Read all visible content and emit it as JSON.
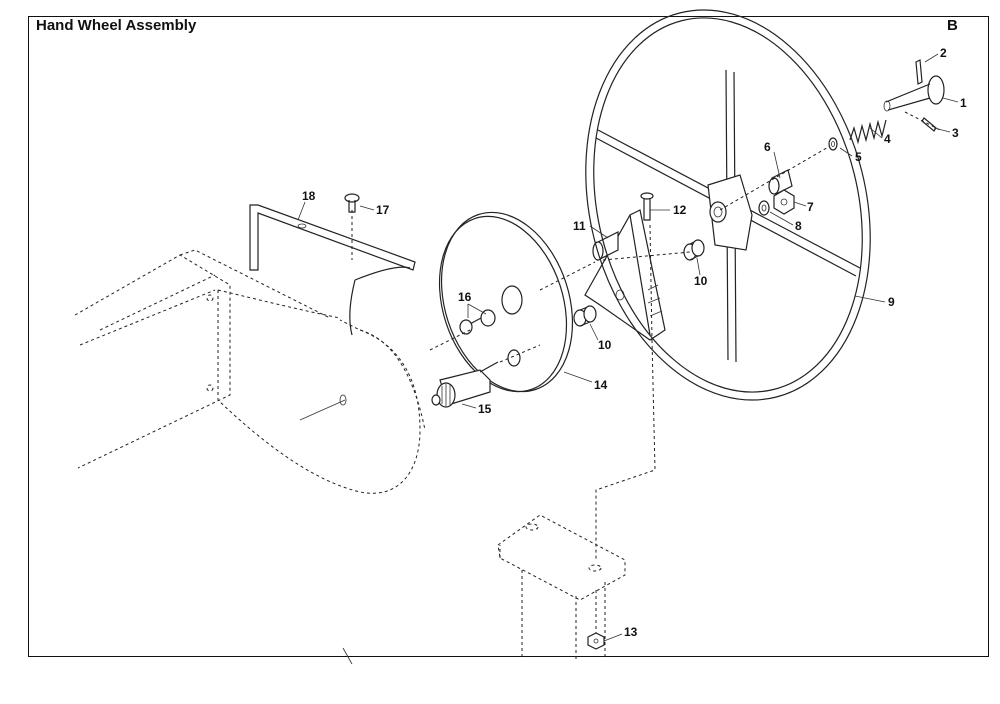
{
  "header": {
    "title": "Hand Wheel Assembly",
    "section": "B"
  },
  "callouts": {
    "c1": "1",
    "c2": "2",
    "c3": "3",
    "c4": "4",
    "c5": "5",
    "c6": "6",
    "c7": "7",
    "c8": "8",
    "c9": "9",
    "c10a": "10",
    "c10b": "10",
    "c11": "11",
    "c12": "12",
    "c13": "13",
    "c14": "14",
    "c15": "15",
    "c16": "16",
    "c17": "17",
    "c18": "18"
  }
}
